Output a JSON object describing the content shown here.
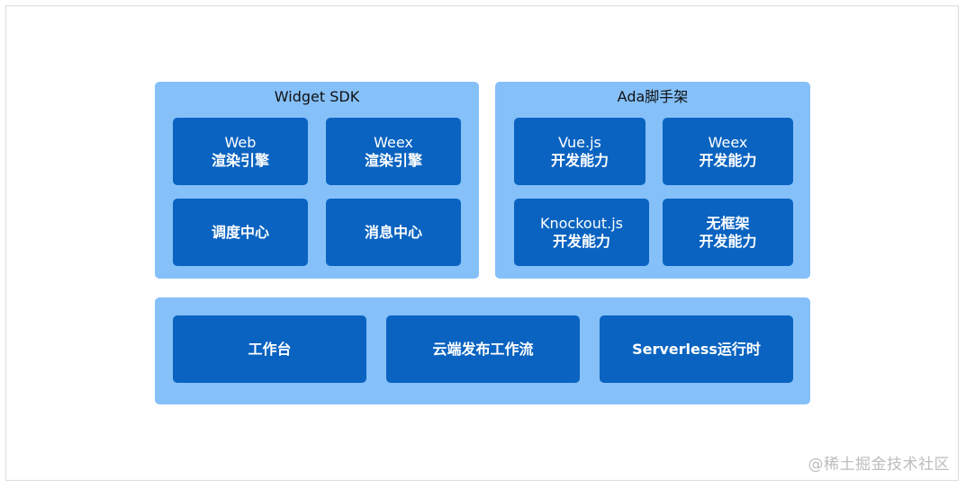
{
  "panels": {
    "widget_sdk": {
      "title": "Widget SDK",
      "boxes": {
        "web": {
          "line1": "Web",
          "line2": "渲染引擎"
        },
        "weex": {
          "line1": "Weex",
          "line2": "渲染引擎"
        },
        "dispatch": {
          "label": "调度中心"
        },
        "message": {
          "label": "消息中心"
        }
      }
    },
    "ada": {
      "title": "Ada脚手架",
      "boxes": {
        "vue": {
          "line1": "Vue.js",
          "line2": "开发能力"
        },
        "weex": {
          "line1": "Weex",
          "line2": "开发能力"
        },
        "knockout": {
          "line1": "Knockout.js",
          "line2": "开发能力"
        },
        "noframe": {
          "line1": "无框架",
          "line2": "开发能力"
        }
      }
    },
    "bottom": {
      "boxes": {
        "workbench": {
          "label": "工作台"
        },
        "cloud": {
          "label": "云端发布工作流"
        },
        "serverless": {
          "label": "Serverless运行时"
        }
      }
    }
  },
  "watermark": "@稀土掘金技术社区",
  "colors": {
    "panel": "#85c0f9",
    "box": "#0a63c0",
    "box_text": "#ffffff"
  }
}
